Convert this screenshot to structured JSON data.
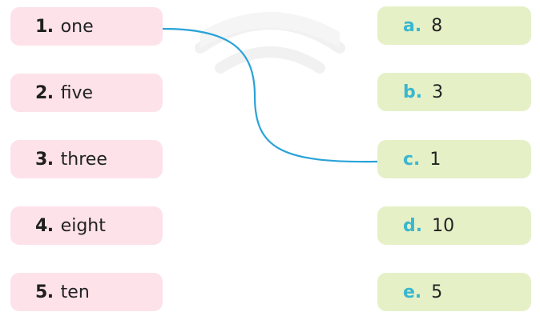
{
  "left_items": [
    {
      "number": "1.",
      "word": "one"
    },
    {
      "number": "2.",
      "word": "five"
    },
    {
      "number": "3.",
      "word": "three"
    },
    {
      "number": "4.",
      "word": "eight"
    },
    {
      "number": "5.",
      "word": "ten"
    }
  ],
  "right_items": [
    {
      "letter": "a.",
      "value": "8"
    },
    {
      "letter": "b.",
      "value": "3"
    },
    {
      "letter": "c.",
      "value": "1"
    },
    {
      "letter": "d.",
      "value": "10"
    },
    {
      "letter": "e.",
      "value": "5"
    }
  ],
  "colors": {
    "left_card_bg": "#fde2ea",
    "right_card_bg": "#e6f0c7",
    "letter_color": "#3ab7cf",
    "connector_line": "#2aa3d8"
  }
}
